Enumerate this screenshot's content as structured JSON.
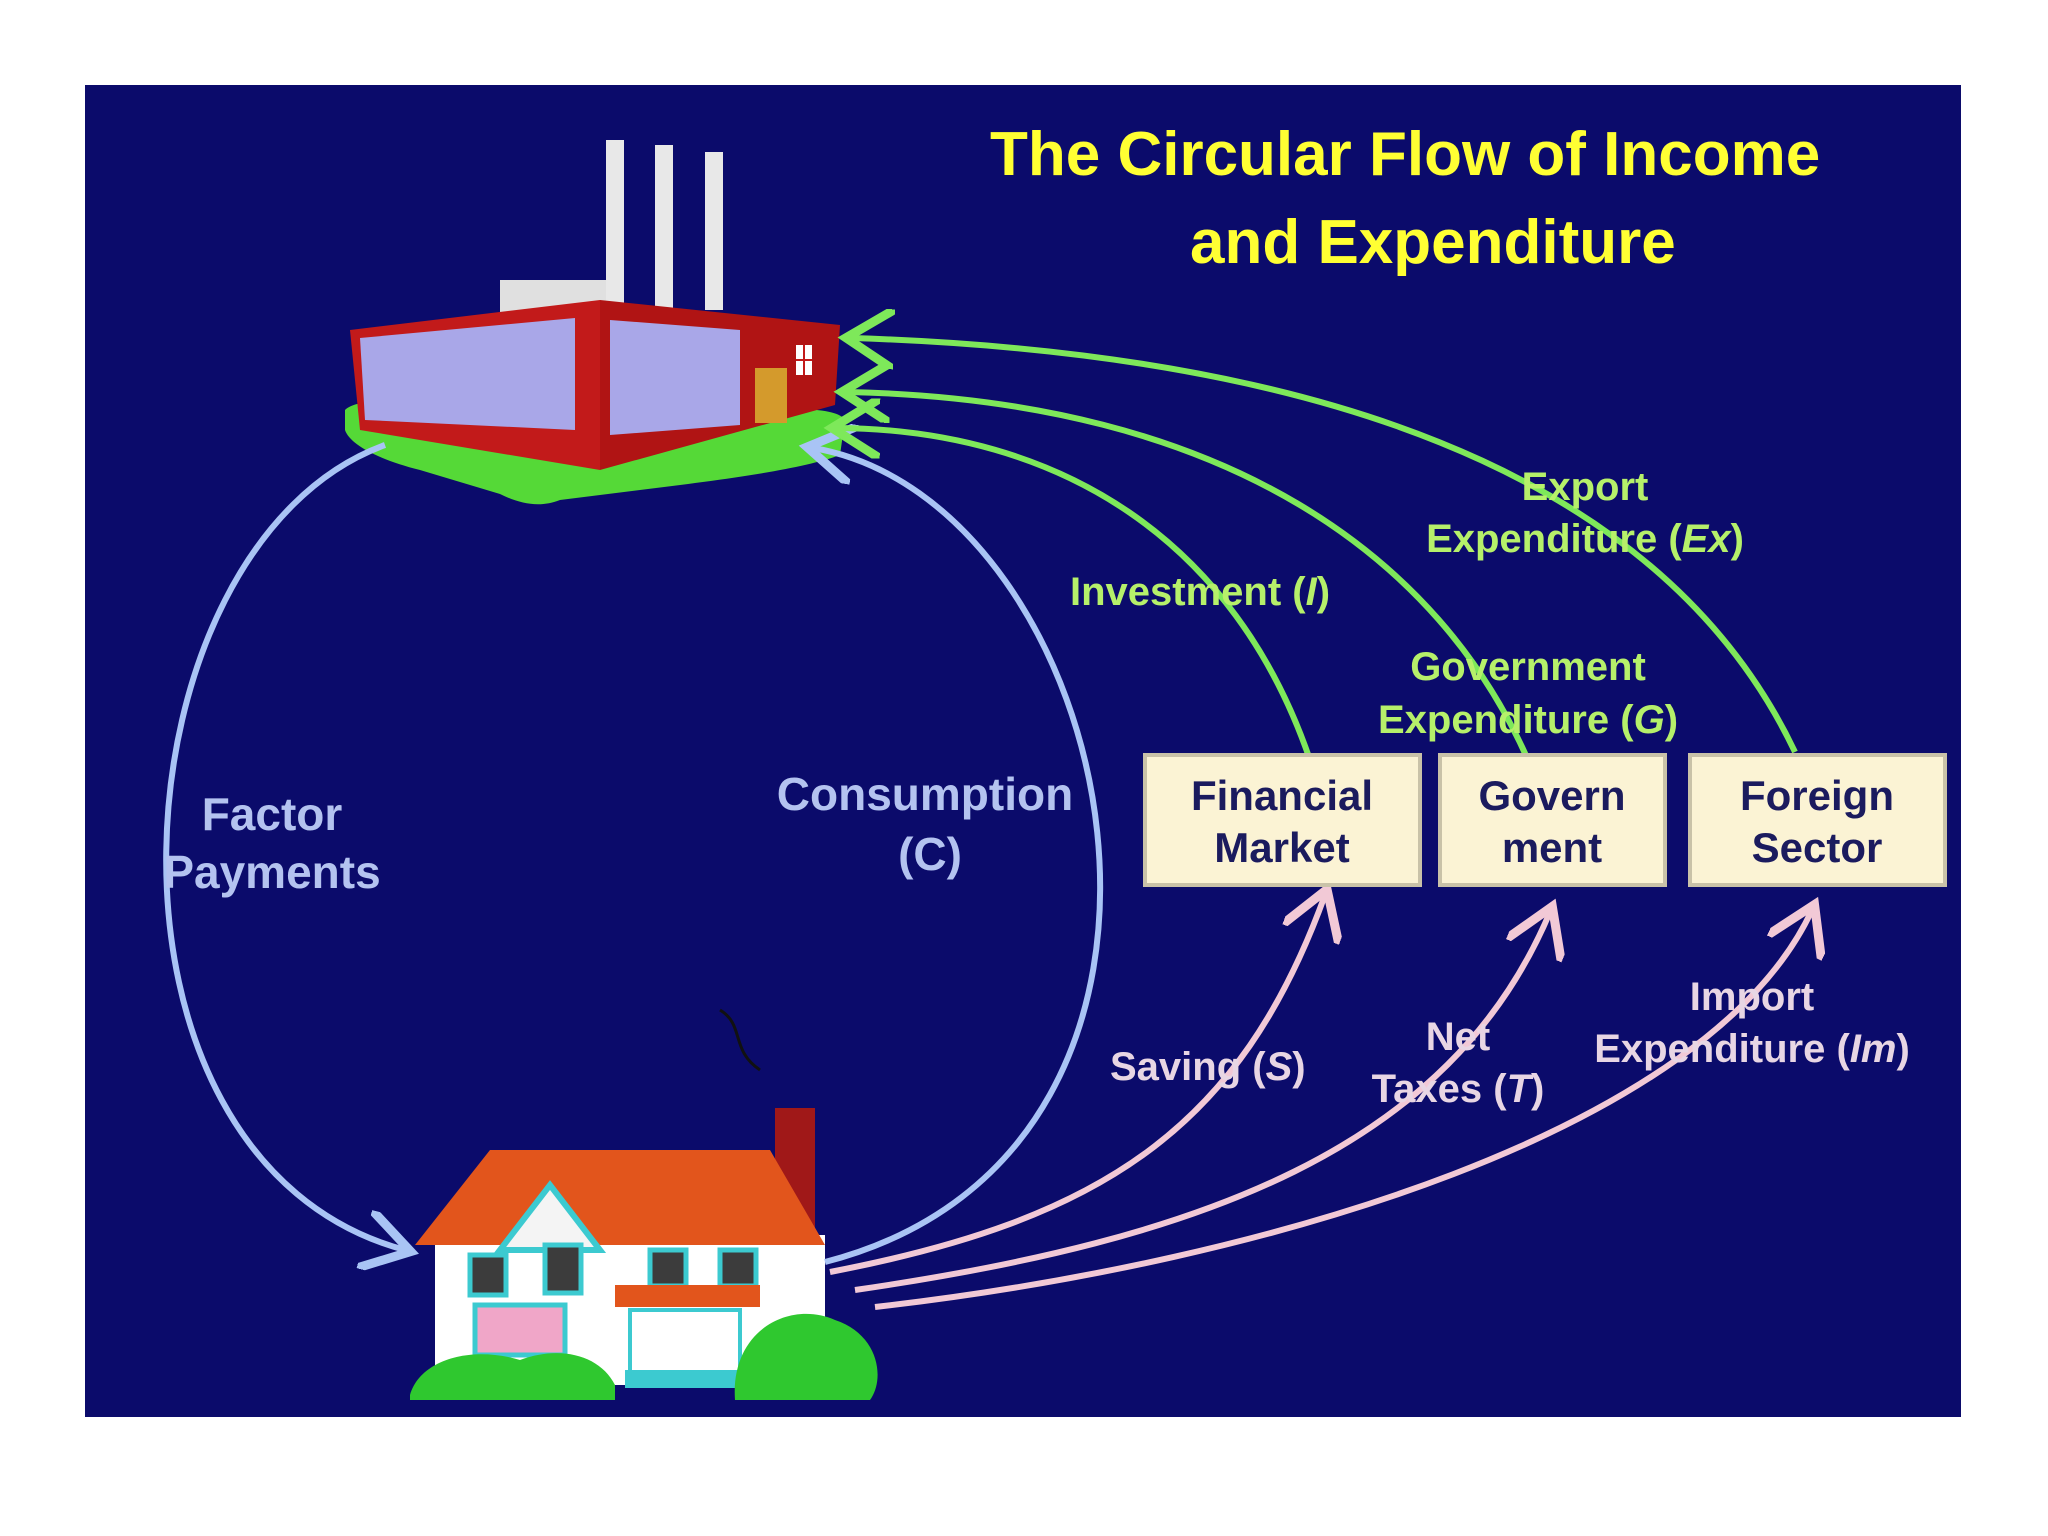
{
  "title": {
    "line1": "The Circular Flow of Income",
    "line2": "and Expenditure"
  },
  "nodes": {
    "firms_icon": "factory-icon",
    "households_icon": "house-icon",
    "financial_market": {
      "line1": "Financial",
      "line2": "Market"
    },
    "government": {
      "line1": "Govern",
      "line2": "ment"
    },
    "foreign_sector": {
      "line1": "Foreign",
      "line2": "Sector"
    }
  },
  "flows": {
    "factor_payments": {
      "line1": "Factor",
      "line2": "Payments"
    },
    "consumption": {
      "line1": "Consumption",
      "line2": "(C)"
    },
    "investment": {
      "text": "Investment (",
      "var": "I",
      "close": ")"
    },
    "government_expenditure": {
      "line1": "Government",
      "line2_text": "Expenditure (",
      "var": "G",
      "close": ")"
    },
    "export_expenditure": {
      "line1": "Export",
      "line2_text": "Expenditure (",
      "var": "Ex",
      "close": ")"
    },
    "saving": {
      "text": "Saving (",
      "var": "S",
      "close": ")"
    },
    "net_taxes": {
      "line1": "Net",
      "line2_text": "Taxes (",
      "var": "T",
      "close": ")"
    },
    "import_expenditure": {
      "line1": "Import",
      "line2_text": "Expenditure (",
      "var": "Im",
      "close": ")"
    }
  },
  "colors": {
    "background": "#0b0b6b",
    "title": "#ffff33",
    "circular_flow": "#a9c4f5",
    "injections": "#7ee85a",
    "leakages": "#f2c9d6",
    "boxes": "#fbf3d4"
  }
}
